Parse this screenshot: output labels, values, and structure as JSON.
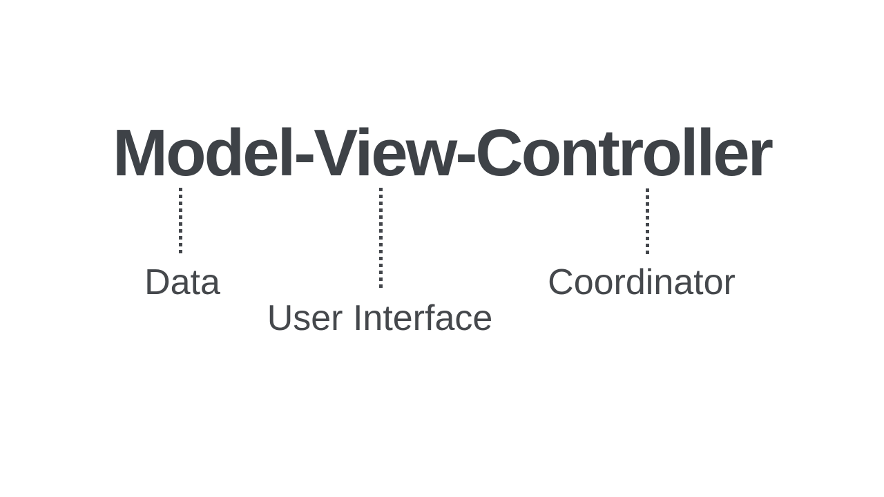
{
  "slide": {
    "background_color": "#ffffff",
    "title": {
      "text": "Model-View-Controller",
      "color": "#3e4247"
    },
    "connector_color": "#43464b",
    "connector_style": "dotted-vertical",
    "labels": [
      {
        "id": "model",
        "text": "Data"
      },
      {
        "id": "view",
        "text": "User Interface"
      },
      {
        "id": "controller",
        "text": "Coordinator"
      }
    ]
  }
}
